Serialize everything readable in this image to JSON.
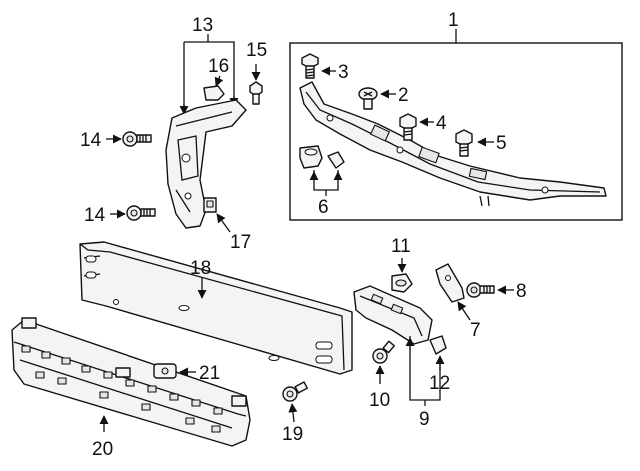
{
  "callouts": {
    "c1": "1",
    "c2": "2",
    "c3": "3",
    "c4": "4",
    "c5": "5",
    "c6": "6",
    "c7": "7",
    "c8": "8",
    "c9": "9",
    "c10": "10",
    "c11": "11",
    "c12": "12",
    "c13": "13",
    "c14a": "14",
    "c14b": "14",
    "c15": "15",
    "c16": "16",
    "c17": "17",
    "c18": "18",
    "c19": "19",
    "c20": "20",
    "c21": "21"
  },
  "colors": {
    "line": "#111111",
    "part_fill": "#f4f4f4",
    "background": "#ffffff"
  }
}
